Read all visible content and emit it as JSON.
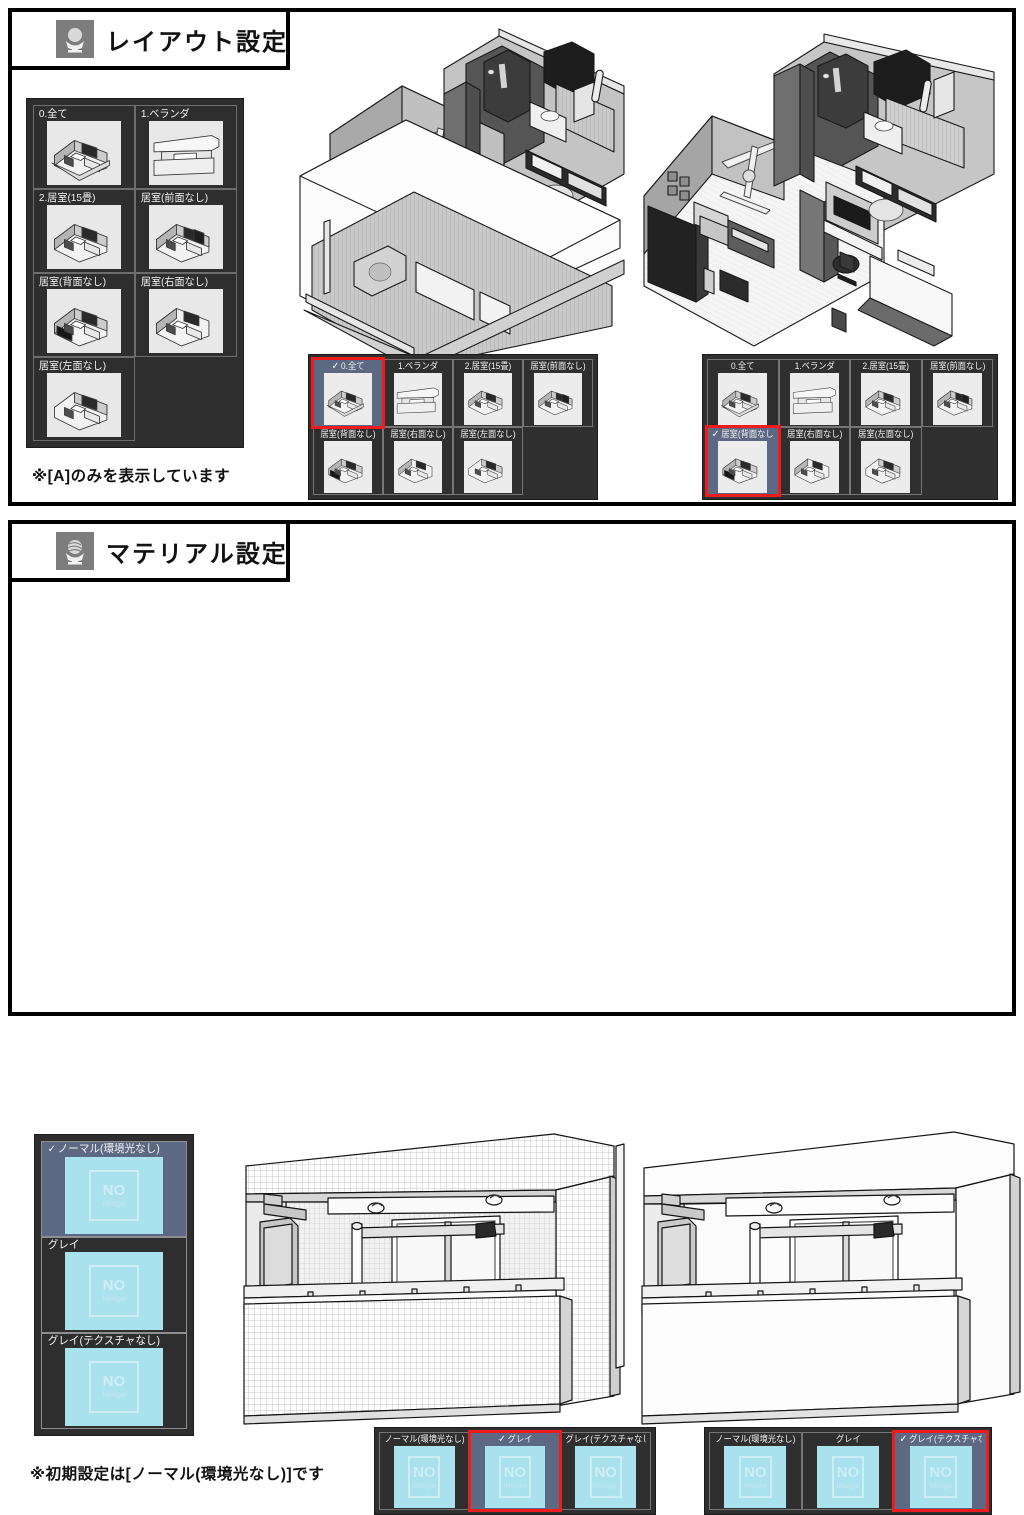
{
  "sections": [
    {
      "id": "layout",
      "icon": "sphere-pedestal-icon",
      "title": "レイアウト設定",
      "note": "※[A]のみを表示しています",
      "sidebar_items": [
        {
          "label": "0.全て",
          "thumb": "room-all"
        },
        {
          "label": "1.ベランダ",
          "thumb": "balcony"
        },
        {
          "label": "2.居室(15畳)",
          "thumb": "room-15"
        },
        {
          "label": "居室(前面なし)",
          "thumb": "room-no-front"
        },
        {
          "label": "居室(背面なし)",
          "thumb": "room-no-back"
        },
        {
          "label": "居室(右面なし)",
          "thumb": "room-no-right"
        },
        {
          "label": "居室(左面なし)",
          "thumb": "room-no-left"
        }
      ],
      "strips": [
        {
          "id": "strip-layout-a",
          "selected_index": 0,
          "marked_index": 0,
          "items": [
            {
              "label": "0.全て",
              "thumb": "room-all"
            },
            {
              "label": "1.ベランダ",
              "thumb": "balcony"
            },
            {
              "label": "2.居室(15畳)",
              "thumb": "room-15"
            },
            {
              "label": "居室(前面なし)",
              "thumb": "room-no-front"
            },
            {
              "label": "居室(背面なし)",
              "thumb": "room-no-back"
            },
            {
              "label": "居室(右面なし)",
              "thumb": "room-no-right"
            },
            {
              "label": "居室(左面なし)",
              "thumb": "room-no-left"
            }
          ]
        },
        {
          "id": "strip-layout-b",
          "selected_index": 4,
          "marked_index": 4,
          "items": [
            {
              "label": "0.全て",
              "thumb": "room-all"
            },
            {
              "label": "1.ベランダ",
              "thumb": "balcony"
            },
            {
              "label": "2.居室(15畳)",
              "thumb": "room-15"
            },
            {
              "label": "居室(前面なし)",
              "thumb": "room-no-front"
            },
            {
              "label": "居室(背面なし)",
              "thumb": "room-no-back"
            },
            {
              "label": "居室(右面なし)",
              "thumb": "room-no-right"
            },
            {
              "label": "居室(左面なし)",
              "thumb": "room-no-left"
            }
          ]
        }
      ],
      "renders": [
        {
          "id": "render-a",
          "name": "isometric-room-all"
        },
        {
          "id": "render-b",
          "name": "isometric-room-no-back"
        }
      ]
    },
    {
      "id": "material",
      "icon": "striped-sphere-pedestal-icon",
      "title": "マテリアル設定",
      "note": "※初期設定は[ノーマル(環境光なし)]です",
      "sidebar_items": [
        {
          "label": "ノーマル(環境光なし)",
          "thumb": "no-image"
        },
        {
          "label": "グレイ",
          "thumb": "no-image"
        },
        {
          "label": "グレイ(テクスチャなし)",
          "thumb": "no-image"
        }
      ],
      "sidebar_selected_index": 0,
      "strips": [
        {
          "id": "strip-mat-a",
          "selected_index": 1,
          "marked_index": 1,
          "items": [
            {
              "label": "ノーマル(環境光なし)",
              "thumb": "no-image"
            },
            {
              "label": "グレイ",
              "thumb": "no-image"
            },
            {
              "label": "グレイ(テクスチャなし)",
              "thumb": "no-image"
            }
          ]
        },
        {
          "id": "strip-mat-b",
          "selected_index": 2,
          "marked_index": 2,
          "items": [
            {
              "label": "ノーマル(環境光なし)",
              "thumb": "no-image"
            },
            {
              "label": "グレイ",
              "thumb": "no-image"
            },
            {
              "label": "グレイ(テクスチャなし)",
              "thumb": "no-image"
            }
          ]
        }
      ],
      "renders": [
        {
          "id": "render-c",
          "name": "balcony-exterior-textured"
        },
        {
          "id": "render-d",
          "name": "balcony-exterior-untextured"
        }
      ]
    }
  ],
  "no_image_placeholder": {
    "primary": "NO",
    "secondary": "image"
  },
  "check_glyph": "✓",
  "colors": {
    "panel_border": "#000000",
    "list_background": "#2e2e2e",
    "selected_row": "#5d6882",
    "marker_red": "#ee1c1c",
    "thumb_background": "#e8e8e8",
    "no_image_cyan": "#a9e1ec",
    "badge_gray": "#7d7d7d"
  }
}
